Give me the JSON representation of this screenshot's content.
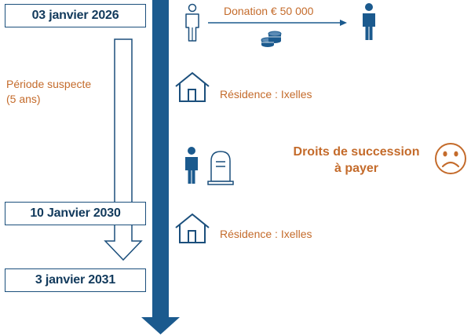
{
  "dates": {
    "start": "03 janvier 2026",
    "middle": "10 Janvier 2030",
    "end": "3 janvier 2031"
  },
  "suspect_period": {
    "line1": "Période suspecte",
    "line2": "(5 ans)"
  },
  "events": {
    "donation": "Donation € 50 000",
    "residence_1": "Résidence : Ixelles",
    "residence_2": "Résidence : Ixelles",
    "inheritance_line1": "Droits de succession",
    "inheritance_line2": "à payer"
  },
  "colors": {
    "navy": "#1b5a8e",
    "dark_navy": "#123a5c",
    "orange": "#c46b2b"
  },
  "icons": [
    "person-outline-icon",
    "person-filled-icon",
    "coins-icon",
    "house-icon",
    "tombstone-icon",
    "sad-face-icon"
  ]
}
